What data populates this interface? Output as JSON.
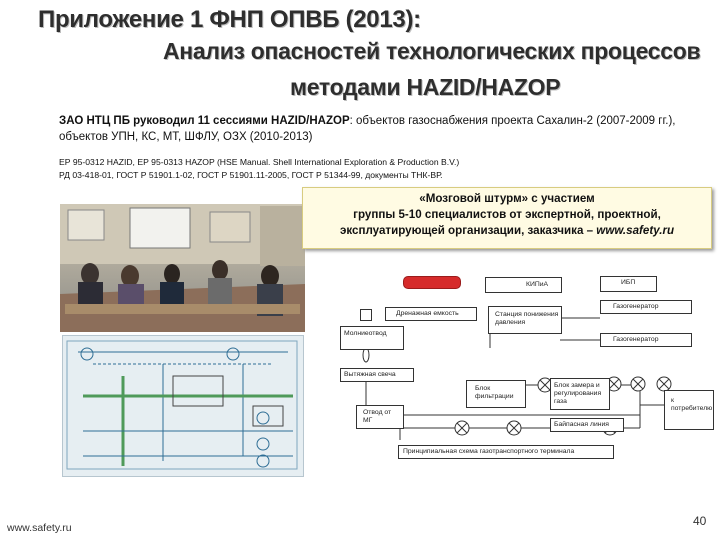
{
  "title": {
    "line1": "Приложение 1 ФНП ОПВБ (2013):",
    "line2": "Анализ опасностей технологических процессов",
    "line3": "методами HAZID/HAZOP"
  },
  "intro": {
    "bold": "ЗАО НТЦ ПБ руководил 11 сессиями HAZID/HAZOP",
    "rest": ": объектов газоснабжения проекта Сахалин-2 (2007-2009 гг.), объектов УПН, КС, МТ, ШФЛУ, ОЗХ (2010-2013)"
  },
  "refs": {
    "line1": "ЕР 95-0312 HAZID, ЕР 95-0313 HAZOP (HSE Manual. Shell International Exploration & Production B.V.)",
    "line2": "РД 03-418-01, ГОСТ Р 51901.1-02, ГОСТ Р 51901.11-2005, ГОСТ Р 51344-99, документы ТНК-ВР."
  },
  "callout": {
    "line1": "«Мозговой штурм» с участием",
    "line2": "группы 5-10 специалистов от экспертной, проектной,",
    "line3": "эксплуатирующей организации, заказчика –",
    "link": "www.safety.ru"
  },
  "scheme": {
    "kipia": "КИПиА",
    "ibp": "ИБП",
    "drain": "Дренажная емкость",
    "generator1": "Газогенератор",
    "station": "Станция понижения давления",
    "molnie": "Молниеотвод",
    "generator2": "Газогенератор",
    "candle": "Вытяжная свеча",
    "filter": "Блок фильтрации",
    "metering": "Блок замера и регулирования газа",
    "consumer": "к потребителю",
    "branch": "Отвод от МГ",
    "bypass": "Байпасная линия",
    "caption": "Принципиальная схема газотранспортного терминала"
  },
  "footer": "www.safety.ru",
  "page_number": "40"
}
